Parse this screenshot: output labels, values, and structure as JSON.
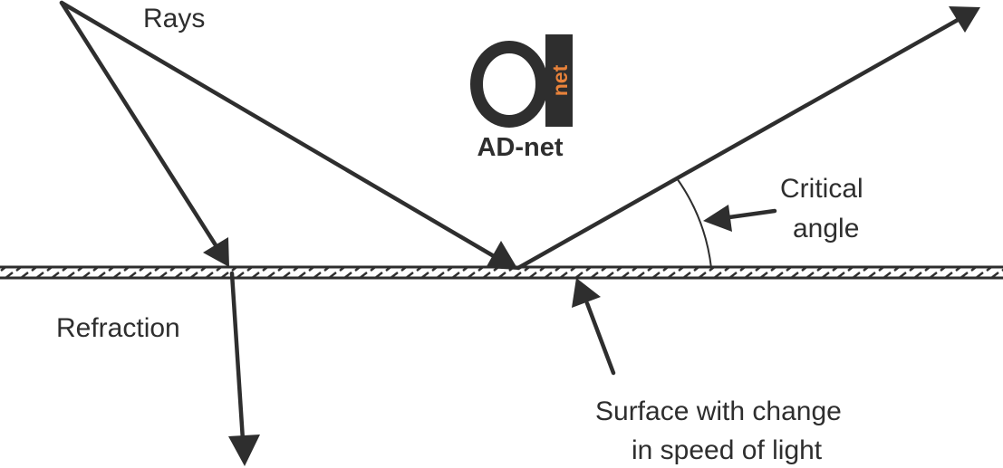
{
  "labels": {
    "rays": "Rays",
    "refraction": "Refraction",
    "critical_line1": "Critical",
    "critical_line2": "angle",
    "surface_line1": "Surface with change",
    "surface_line2": "in speed of light"
  },
  "logo": {
    "name": "AD-net",
    "mark_text": "net"
  },
  "colors": {
    "ink": "#2e2e2e",
    "accent": "#e8823a",
    "background": "#ffffff"
  }
}
